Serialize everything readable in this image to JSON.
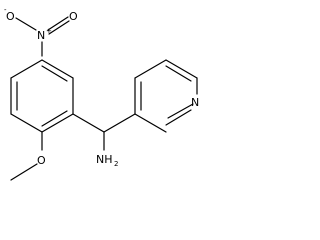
{
  "labels": {
    "nitro_n": "N",
    "nitro_n_charge": "+",
    "nitro_o_double": "O",
    "nitro_o_single": "O",
    "nitro_o_single_charge": "-",
    "methoxy_o": "O",
    "methoxy_group": "O",
    "amine": "NH",
    "amine_sub": "2",
    "pyridine_n": "N"
  },
  "colors": {
    "bond": "#000000",
    "text": "#000000",
    "background": "#ffffff"
  }
}
